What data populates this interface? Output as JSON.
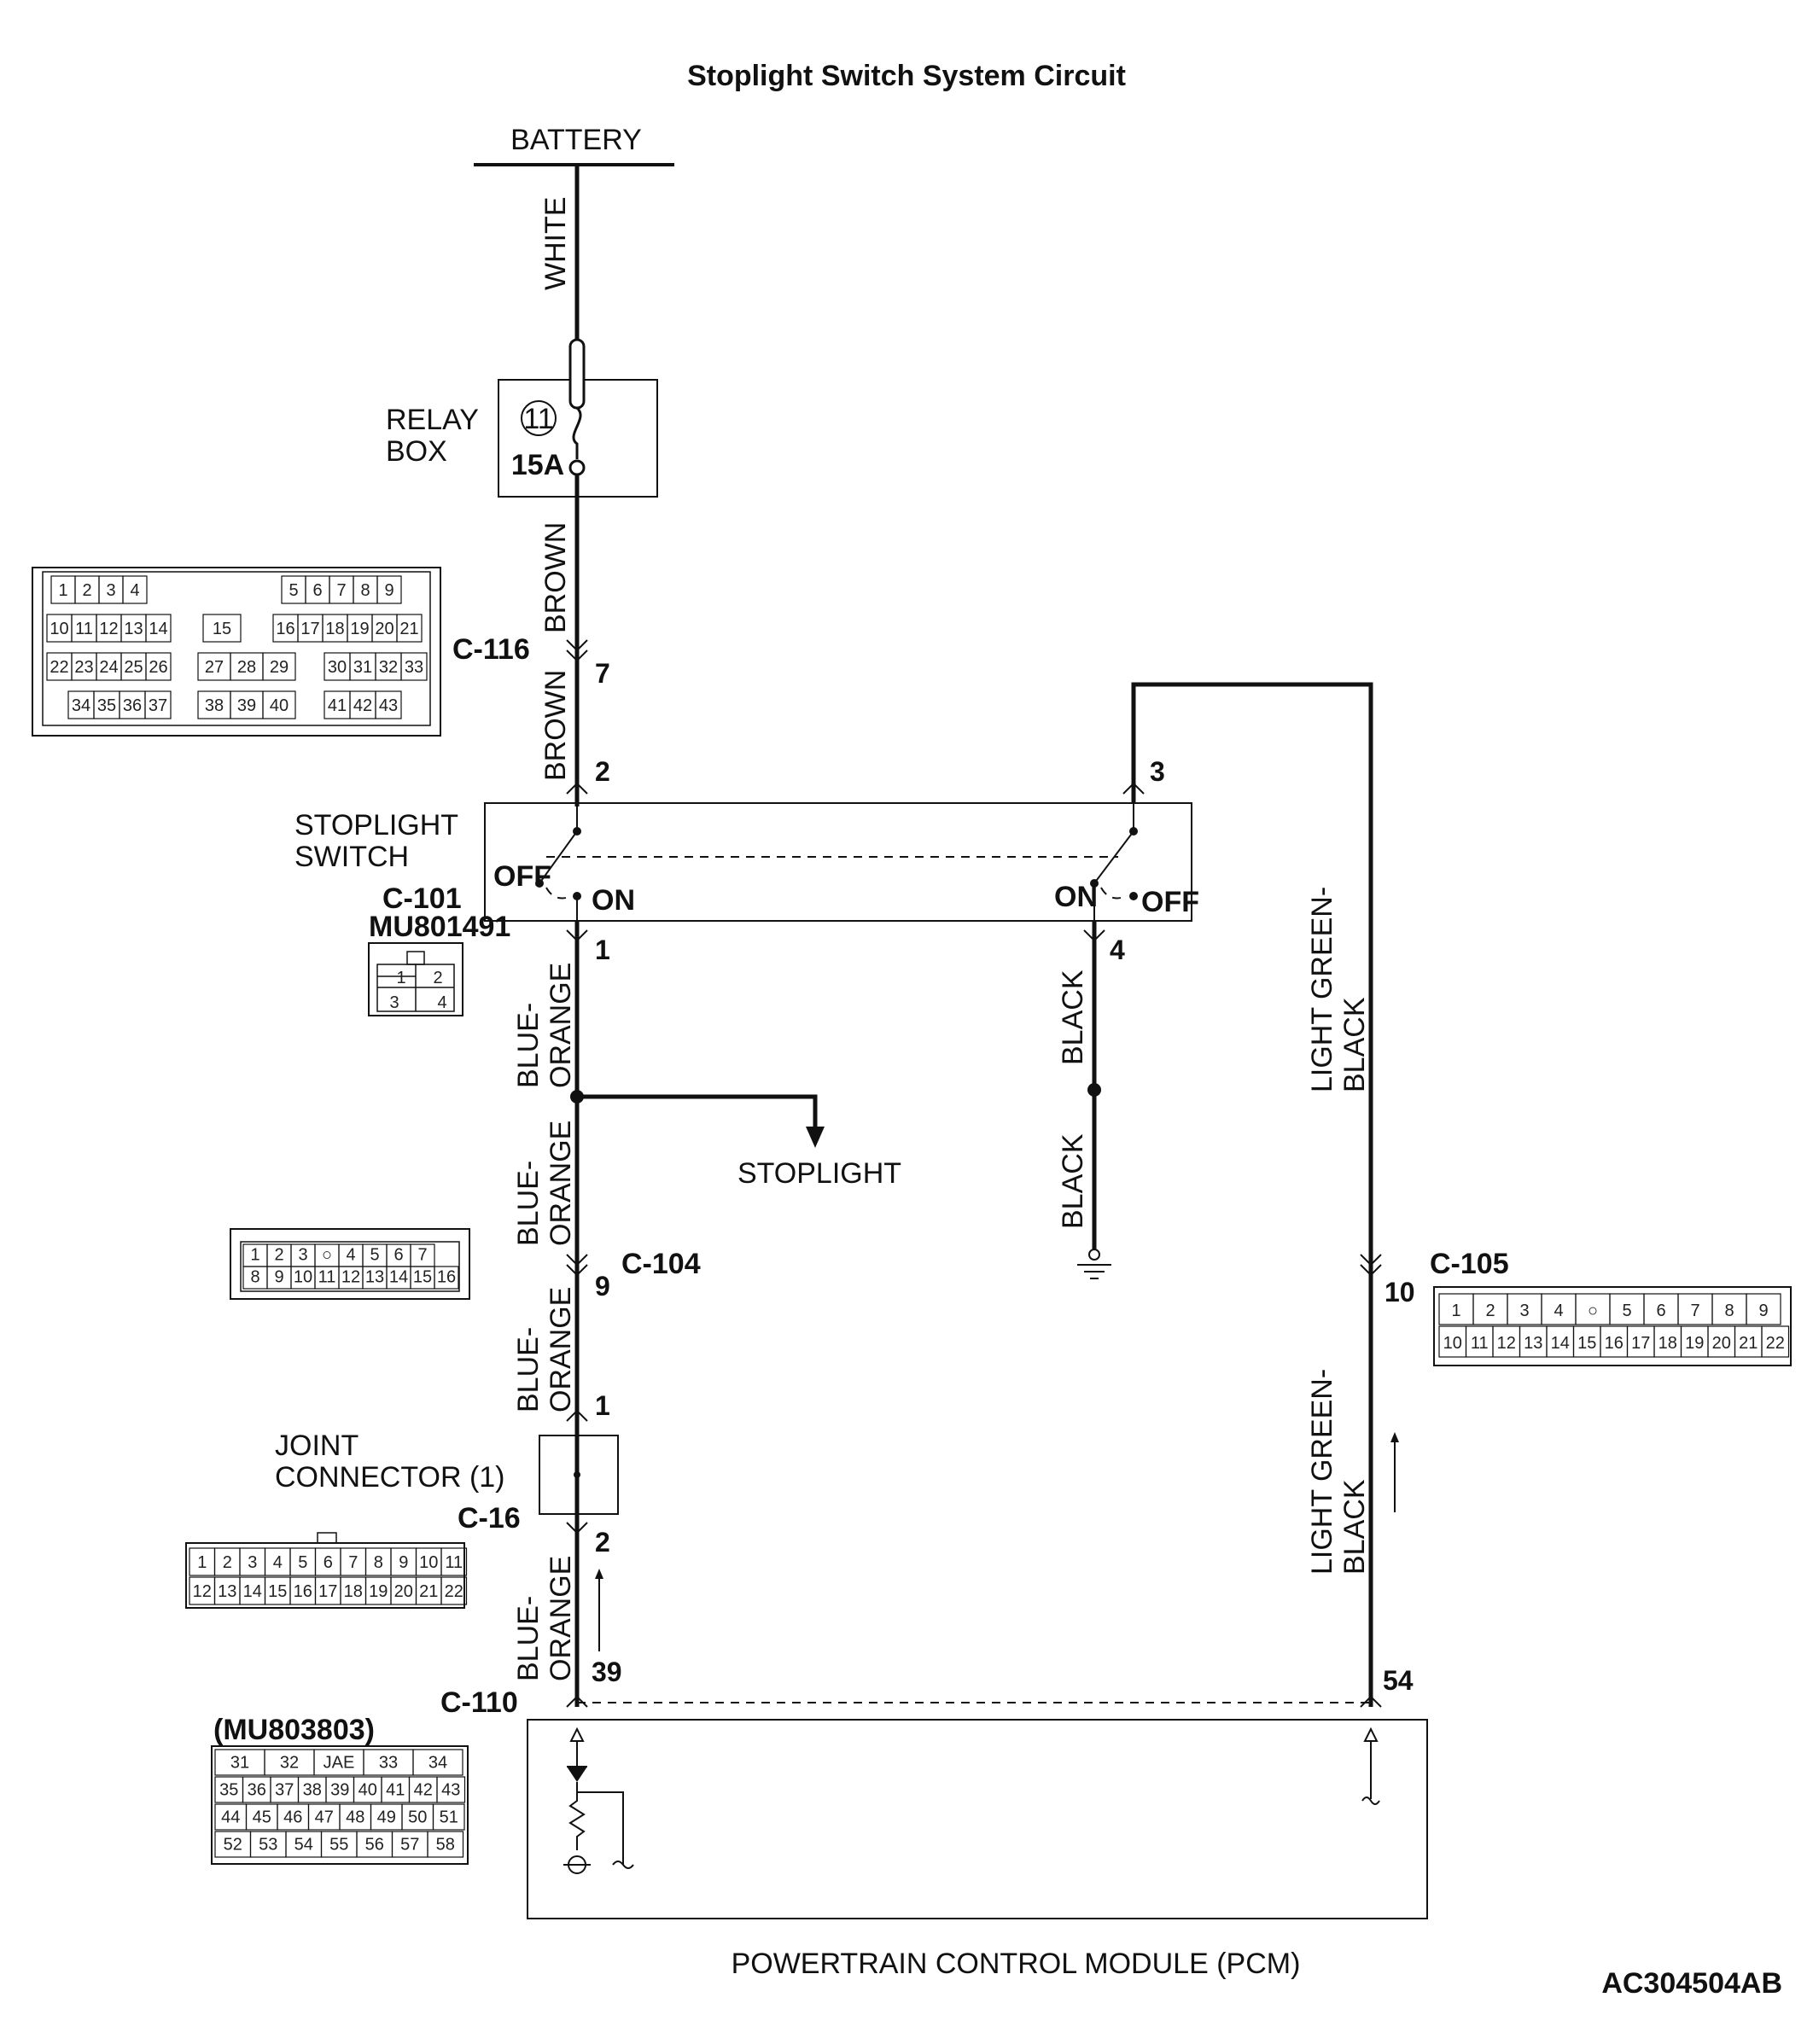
{
  "title": "Stoplight Switch System Circuit",
  "battery": "BATTERY",
  "relay_box": {
    "line1": "RELAY",
    "line2": "BOX",
    "fuse_no": "11",
    "fuse_rating": "15A"
  },
  "wires": {
    "white": "WHITE",
    "brown": "BROWN",
    "blue1": "BLUE-",
    "orange": "ORANGE",
    "black": "BLACK",
    "lgreen1": "LIGHT GREEN-",
    "lgblack": "BLACK"
  },
  "connectors": {
    "c116": "C-116",
    "c101": "C-101",
    "c101_part": "MU801491",
    "c104": "C-104",
    "c105": "C-105",
    "c16": "C-16",
    "c110": "C-110",
    "c110_part": "(MU803803)"
  },
  "pins": {
    "p7": "7",
    "p2": "2",
    "p3": "3",
    "p1": "1",
    "p4": "4",
    "p9": "9",
    "p10": "10",
    "j1": "1",
    "j2": "2",
    "p39": "39",
    "p54": "54"
  },
  "switch": {
    "line1": "STOPLIGHT",
    "line2": "SWITCH",
    "off": "OFF",
    "on": "ON"
  },
  "stoplight": "STOPLIGHT",
  "joint": {
    "line1": "JOINT",
    "line2": "CONNECTOR (1)"
  },
  "pcm": "POWERTRAIN CONTROL MODULE (PCM)",
  "code": "AC304504AB",
  "grid_c116": {
    "row1": [
      "1",
      "2",
      "",
      "3",
      "4",
      "",
      "",
      "",
      "",
      "",
      "5",
      "6",
      "7",
      "",
      "8",
      "9"
    ],
    "row2": [
      "10",
      "11",
      "12",
      "13",
      "14",
      "15",
      "16",
      "17",
      "18",
      "19",
      "20",
      "21"
    ],
    "row3": [
      "22",
      "23",
      "24",
      "25",
      "26",
      "27",
      "28",
      "29",
      "30",
      "31",
      "32",
      "33"
    ],
    "row4": [
      "34",
      "35",
      "36",
      "37",
      "38",
      "39",
      "40",
      "41",
      "42",
      "43"
    ]
  },
  "grid_c101": {
    "row1": [
      "1",
      "2"
    ],
    "row2": [
      "3",
      "4"
    ]
  },
  "grid_c104": {
    "row1": [
      "1",
      "2",
      "3",
      "○",
      "4",
      "5",
      "6",
      "7"
    ],
    "row2": [
      "8",
      "9",
      "10",
      "11",
      "12",
      "13",
      "14",
      "15",
      "16"
    ]
  },
  "grid_c105": {
    "row1": [
      "1",
      "2",
      "3",
      "4",
      "○",
      "5",
      "6",
      "7",
      "8",
      "9"
    ],
    "row2": [
      "10",
      "11",
      "12",
      "13",
      "14",
      "15",
      "16",
      "17",
      "18",
      "19",
      "20",
      "21",
      "22"
    ]
  },
  "grid_c16": {
    "row1": [
      "1",
      "2",
      "3",
      "4",
      "5",
      "6",
      "7",
      "8",
      "9",
      "10",
      "11"
    ],
    "row2": [
      "12",
      "13",
      "14",
      "15",
      "16",
      "17",
      "18",
      "19",
      "20",
      "21",
      "22"
    ]
  },
  "grid_c110": {
    "row1": [
      "31",
      "32",
      "JAE",
      "33",
      "34"
    ],
    "row2": [
      "35",
      "36",
      "37",
      "38",
      "39",
      "40",
      "41",
      "42",
      "43"
    ],
    "row3": [
      "44",
      "45",
      "46",
      "47",
      "48",
      "49",
      "50",
      "51"
    ],
    "row4": [
      "52",
      "53",
      "54",
      "55",
      "56",
      "57",
      "58"
    ]
  }
}
